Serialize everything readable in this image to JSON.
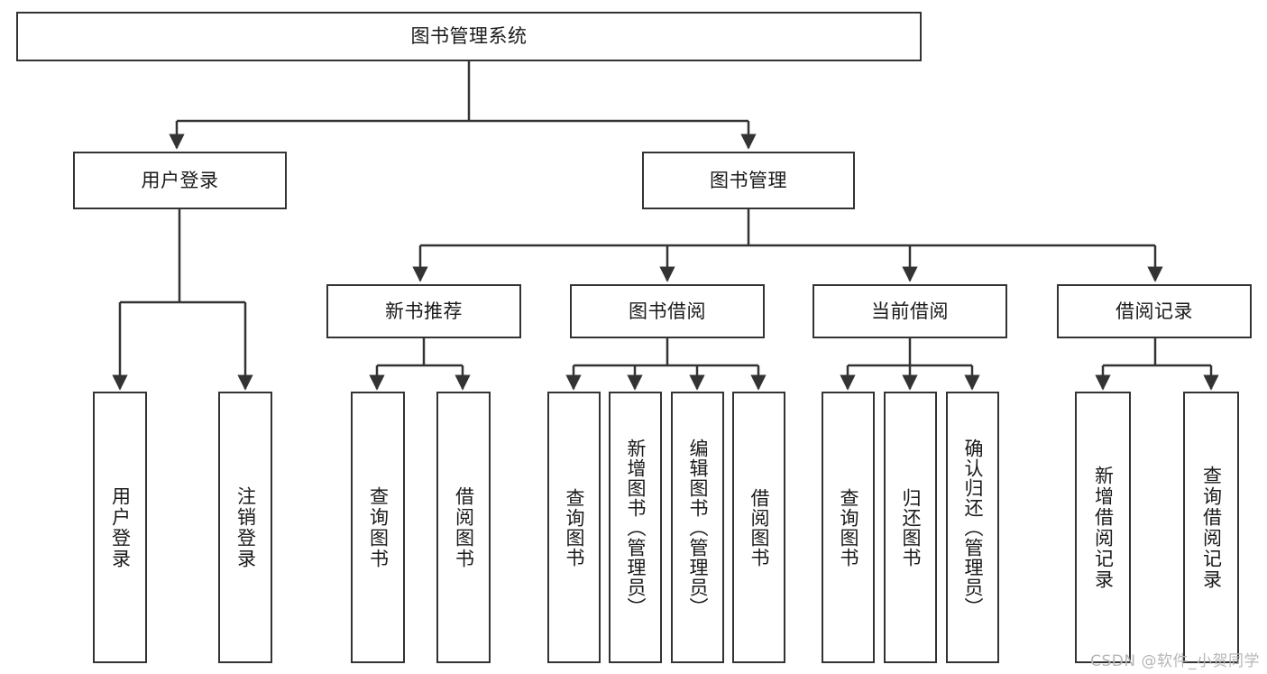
{
  "diagram": {
    "title": "图书管理系统",
    "type": "tree-hierarchy-chart",
    "orientation": "top-down",
    "colors": {
      "border": "#333333",
      "background": "#ffffff",
      "text": "#1a1a1a",
      "watermark": "#b6b6b6"
    },
    "levels": {
      "root": {
        "label": "图书管理系统"
      },
      "level2": [
        {
          "id": "user-login",
          "label": "用户登录"
        },
        {
          "id": "book-management",
          "label": "图书管理"
        }
      ],
      "level3": [
        {
          "id": "new-book-recommend",
          "label": "新书推荐",
          "parent": "book-management"
        },
        {
          "id": "book-borrow",
          "label": "图书借阅",
          "parent": "book-management"
        },
        {
          "id": "current-borrow",
          "label": "当前借阅",
          "parent": "book-management"
        },
        {
          "id": "borrow-record",
          "label": "借阅记录",
          "parent": "book-management"
        }
      ],
      "leaves": [
        {
          "id": "leaf-user-login",
          "label": "用户登录",
          "parent": "user-login"
        },
        {
          "id": "leaf-logout-login",
          "label": "注销登录",
          "parent": "user-login"
        },
        {
          "id": "leaf-query-book-1",
          "label": "查询图书",
          "parent": "new-book-recommend"
        },
        {
          "id": "leaf-borrow-book-1",
          "label": "借阅图书",
          "parent": "new-book-recommend"
        },
        {
          "id": "leaf-query-book-2",
          "label": "查询图书",
          "parent": "book-borrow"
        },
        {
          "id": "leaf-add-book",
          "label": "新增图书（管理员）",
          "parent": "book-borrow"
        },
        {
          "id": "leaf-edit-book",
          "label": "编辑图书（管理员）",
          "parent": "book-borrow"
        },
        {
          "id": "leaf-borrow-book-2",
          "label": "借阅图书",
          "parent": "book-borrow"
        },
        {
          "id": "leaf-query-book-3",
          "label": "查询图书",
          "parent": "current-borrow"
        },
        {
          "id": "leaf-return-book",
          "label": "归还图书",
          "parent": "current-borrow"
        },
        {
          "id": "leaf-confirm-return",
          "label": "确认归还（管理员）",
          "parent": "current-borrow"
        },
        {
          "id": "leaf-add-record",
          "label": "新增借阅记录",
          "parent": "borrow-record"
        },
        {
          "id": "leaf-query-record",
          "label": "查询借阅记录",
          "parent": "borrow-record"
        }
      ]
    }
  },
  "watermark": {
    "text": "CSDN @软件_小贺同学"
  }
}
